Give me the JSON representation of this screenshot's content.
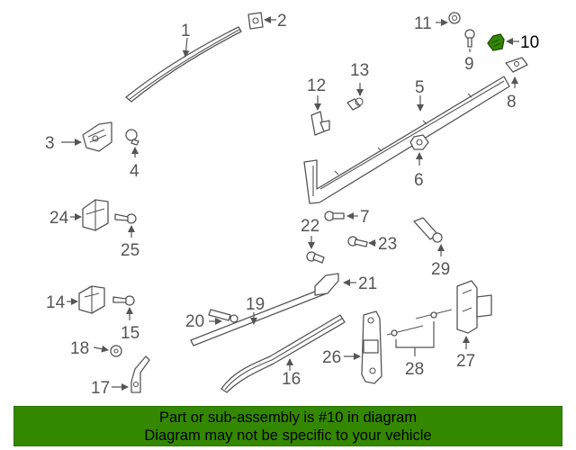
{
  "callouts": {
    "c1": "1",
    "c2": "2",
    "c3": "3",
    "c4": "4",
    "c5": "5",
    "c6": "6",
    "c7": "7",
    "c8": "8",
    "c9": "9",
    "c10": "10",
    "c11": "11",
    "c12": "12",
    "c13": "13",
    "c14": "14",
    "c15": "15",
    "c16": "16",
    "c17": "17",
    "c18": "18",
    "c19": "19",
    "c20": "20",
    "c21": "21",
    "c22": "22",
    "c23": "23",
    "c24": "24",
    "c25": "25",
    "c26": "26",
    "c27": "27",
    "c28": "28",
    "c29": "29"
  },
  "highlight": {
    "part_number": "10",
    "color": "#338800"
  },
  "banner": {
    "line1": "Part or sub-assembly is #10 in diagram",
    "line2": "Diagram may not be specific to your vehicle",
    "background": "#338800"
  }
}
